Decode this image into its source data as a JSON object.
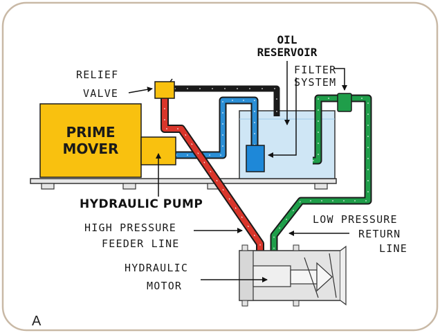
{
  "labels": {
    "oil_reservoir_1": "OIL",
    "oil_reservoir_2": "RESERVOIR",
    "relief_valve_1": "RELIEF",
    "relief_valve_2": "VALVE",
    "filter_system_1": "FILTER",
    "filter_system_2": "SYSTEM",
    "prime_mover_1": "PRIME",
    "prime_mover_2": "MOVER",
    "hydraulic_pump": "HYDRAULIC PUMP",
    "high_pressure_1": "HIGH PRESSURE",
    "high_pressure_2": "FEEDER LINE",
    "low_pressure_1": "LOW PRESSURE",
    "low_pressure_2": "RETURN",
    "low_pressure_3": "LINE",
    "hydraulic_motor_1": "HYDRAULIC",
    "hydraulic_motor_2": "MOTOR",
    "panel_letter": "A"
  },
  "colors": {
    "prime_mover": "#f9c10f",
    "relief_valve": "#f9c10f",
    "high_pressure_line": "#d9362b",
    "low_pressure_line": "#1f9e4a",
    "reservoir_feed_line": "#2b8fd6",
    "reservoir_fluid": "#cfe6f5",
    "relief_return_line": "#1a1a1a",
    "motor_body": "#e3e3e3",
    "frame_border": "#c9b9a6"
  }
}
